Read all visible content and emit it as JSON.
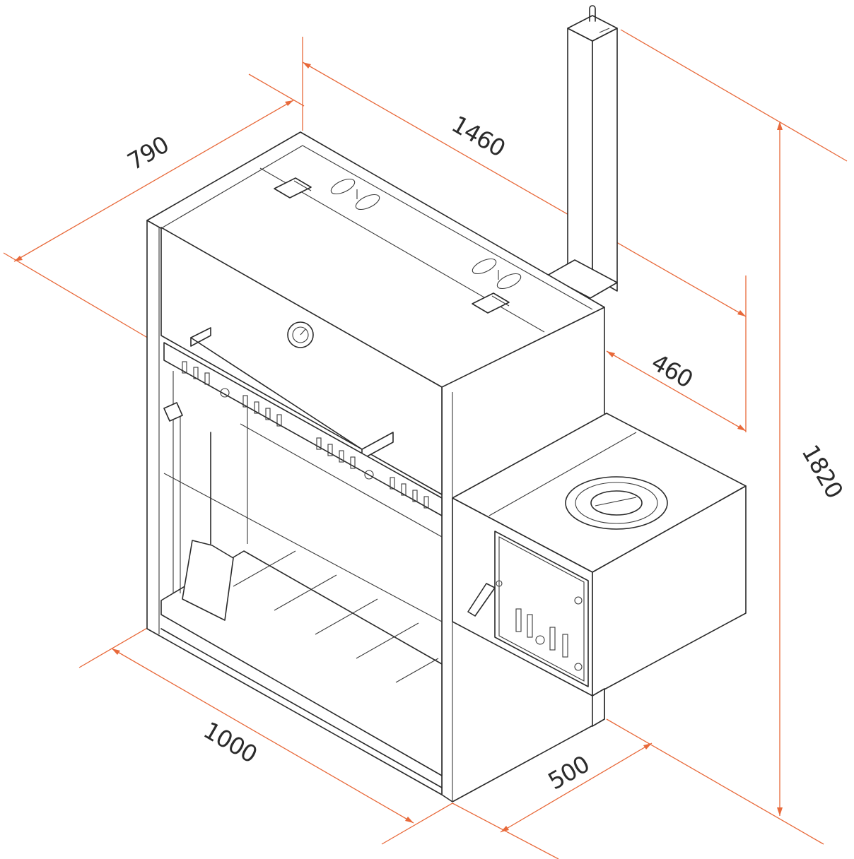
{
  "colors": {
    "dimension_line": "#e8693a",
    "outline": "#2a2a2a",
    "label": "#2b2b2b",
    "background": "#ffffff"
  },
  "dimensions": {
    "depth": "790",
    "total_length": "1460",
    "firebox_depth": "460",
    "total_height": "1820",
    "grill_width": "1000",
    "firebox_width": "500"
  },
  "icons": [
    "thermometer-icon",
    "hinge-icon",
    "handle-icon",
    "chimney-icon"
  ]
}
